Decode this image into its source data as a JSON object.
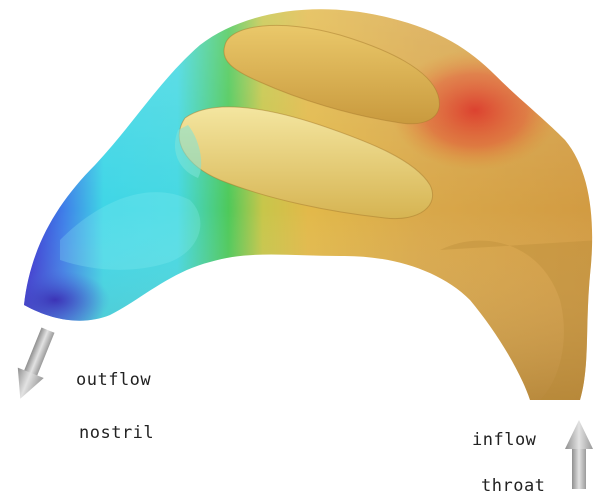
{
  "labels": {
    "outflow": "outflow",
    "nostril": "nostril",
    "inflow": "inflow",
    "throat": "throat"
  },
  "colors": {
    "surface_base": "#d9a84a",
    "high_value": "#d92a1a",
    "low_value": "#3a2fd0",
    "mid_cyan": "#3fd6e6",
    "mid_green": "#4ec95a",
    "arrow": "#b8b8b8"
  },
  "icons": {
    "outflow_arrow": "arrow-down-left-icon",
    "inflow_arrow": "arrow-up-icon"
  }
}
